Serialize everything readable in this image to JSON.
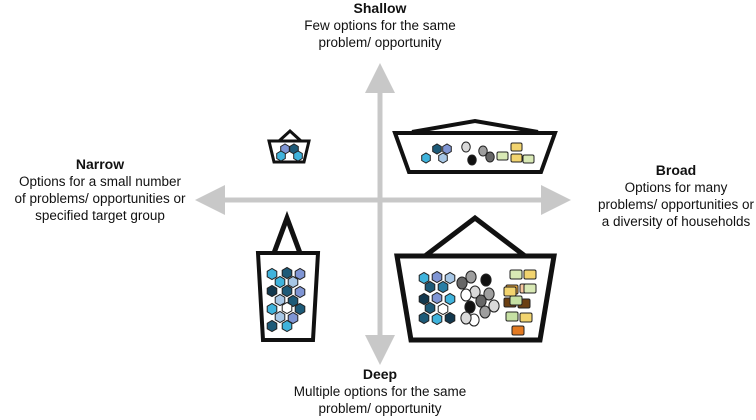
{
  "diagram": {
    "top": {
      "title": "Shallow",
      "line1": "Few options for the same",
      "line2": "problem/ opportunity"
    },
    "bottom": {
      "title": "Deep",
      "line1": "Multiple options for the same",
      "line2": "problem/ opportunity"
    },
    "left": {
      "title": "Narrow",
      "line1": "Options for a small number",
      "line2": "of problems/ opportunities or",
      "line3": "specified target group"
    },
    "right": {
      "title": "Broad",
      "line1": "Options for many",
      "line2": "problems/ opportunities or",
      "line3": "a diversity of  households"
    },
    "quadrants": [
      {
        "name": "narrow-shallow",
        "hexagons": 4,
        "circles": 0,
        "squares": 0
      },
      {
        "name": "broad-shallow",
        "hexagons": 4,
        "circles": 4,
        "squares": 4
      },
      {
        "name": "narrow-deep",
        "hexagons": 17,
        "circles": 0,
        "squares": 0
      },
      {
        "name": "broad-deep",
        "hexagons": 13,
        "circles": 12,
        "squares": 12
      }
    ],
    "colors": {
      "axis": "#c8c8c8",
      "basket": "#111111",
      "hex_palette": [
        "#3fb3dc",
        "#1d5a78",
        "#7f95d4",
        "#13384e",
        "#a7c7e6",
        "#ffffff",
        "#2a7ea5"
      ],
      "circle_palette": [
        "#9e9e9e",
        "#111111",
        "#d9d9d9",
        "#ffffff",
        "#666666"
      ],
      "square_palette": [
        "#d9e9b5",
        "#f2d46f",
        "#e8a53c",
        "#6b3f12",
        "#f7c7a0",
        "#e37a22",
        "#c6e0a3"
      ]
    }
  }
}
